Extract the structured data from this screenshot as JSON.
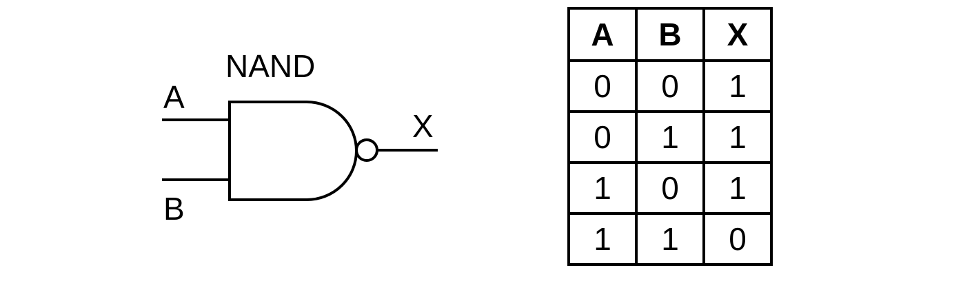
{
  "gate": {
    "title": "NAND",
    "input_a_label": "A",
    "input_b_label": "B",
    "output_label": "X"
  },
  "truth_table": {
    "headers": [
      "A",
      "B",
      "X"
    ],
    "rows": [
      [
        "0",
        "0",
        "1"
      ],
      [
        "0",
        "1",
        "1"
      ],
      [
        "1",
        "0",
        "1"
      ],
      [
        "1",
        "1",
        "0"
      ]
    ]
  }
}
